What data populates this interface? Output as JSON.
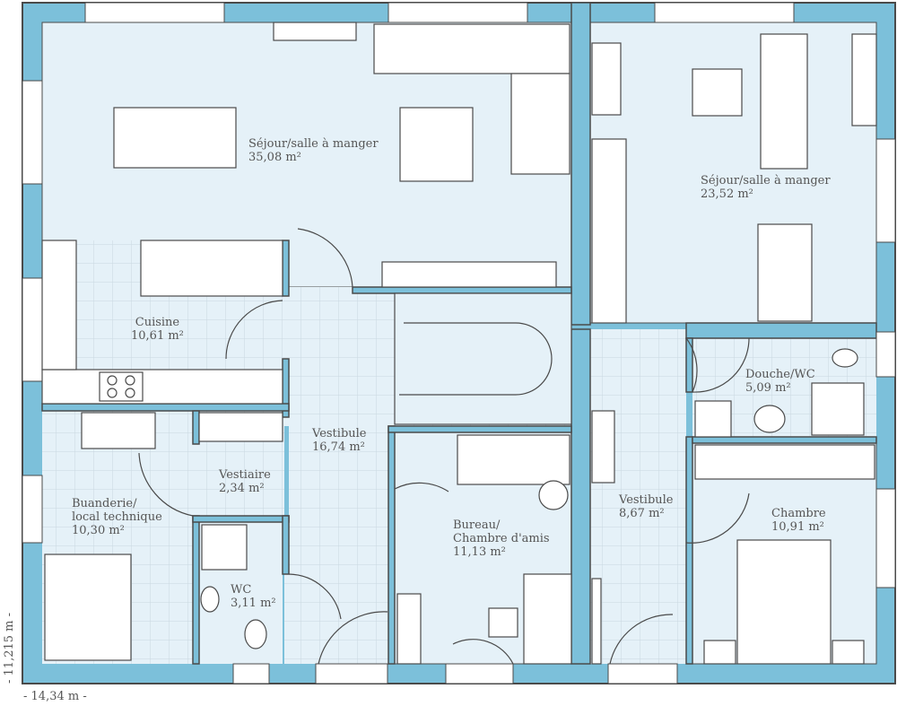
{
  "colors": {
    "wall": "#7cc0da",
    "floor": "#e5f1f8",
    "line": "#4a4a4a",
    "furniture": "#ffffff"
  },
  "rooms": [
    {
      "name": "Séjour/salle à manger",
      "area": "35,08 m²"
    },
    {
      "name": "Cuisine",
      "area": "10,61 m²"
    },
    {
      "name": "Vestibule",
      "area": "16,74 m²"
    },
    {
      "name": "Vestiaire",
      "area": "2,34 m²"
    },
    {
      "name": "Buanderie/",
      "name2": "local technique",
      "area": "10,30 m²"
    },
    {
      "name": "WC",
      "area": "3,11 m²"
    },
    {
      "name": "Bureau/",
      "name2": "Chambre d'amis",
      "area": "11,13 m²"
    },
    {
      "name": "Séjour/salle à manger",
      "area": "23,52 m²"
    },
    {
      "name": "Douche/WC",
      "area": "5,09 m²"
    },
    {
      "name": "Vestibule",
      "area": "8,67 m²"
    },
    {
      "name": "Chambre",
      "area": "10,91 m²"
    }
  ],
  "dimensions": {
    "width": "- 14,34 m -",
    "height": "- 11,215 m -"
  }
}
